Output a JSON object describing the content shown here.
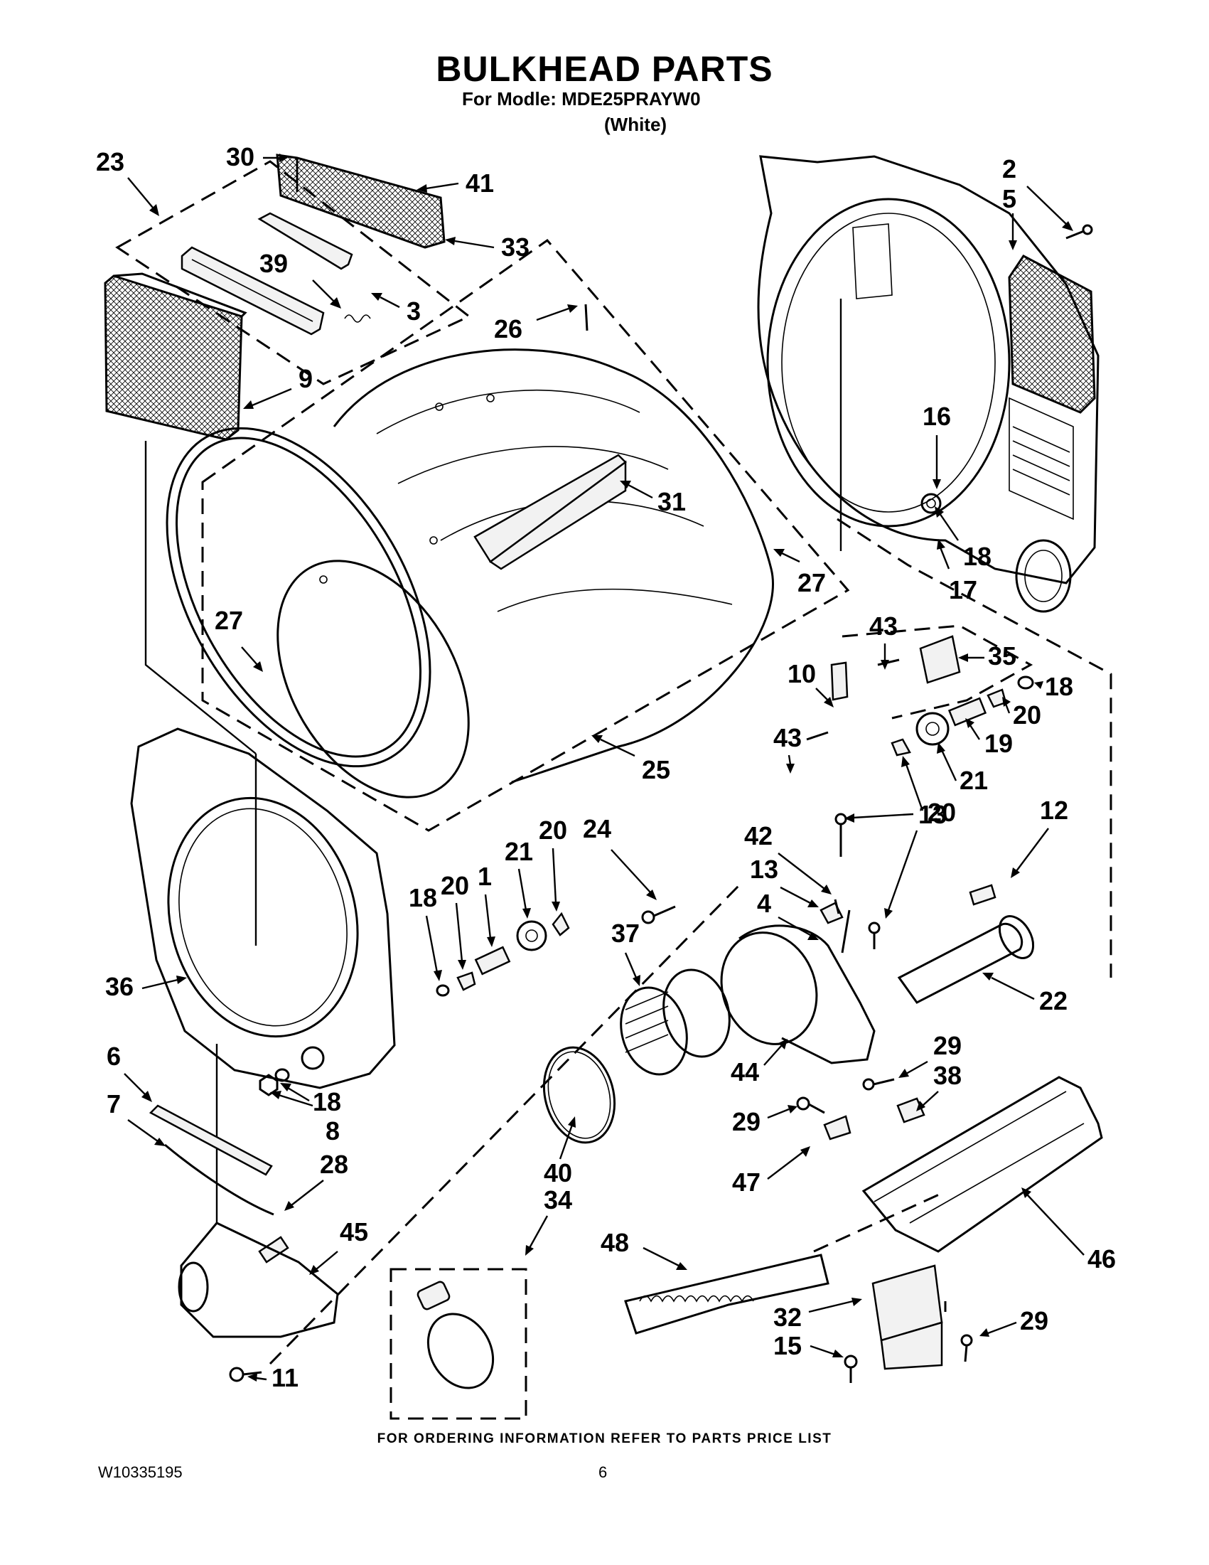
{
  "header": {
    "title": "BULKHEAD PARTS",
    "subtitle": "For Modle: MDE25PRAYW0",
    "color": "(White)"
  },
  "footer": {
    "ordering_note": "FOR ORDERING INFORMATION REFER TO PARTS PRICE LIST",
    "document_number": "W10335195",
    "page_number": "6"
  },
  "callouts": [
    "1",
    "2",
    "3",
    "4",
    "5",
    "6",
    "7",
    "8",
    "9",
    "10",
    "11",
    "12",
    "13",
    "15",
    "16",
    "17",
    "18",
    "19",
    "20",
    "21",
    "22",
    "23",
    "24",
    "25",
    "26",
    "27",
    "28",
    "29",
    "30",
    "31",
    "32",
    "33",
    "34",
    "35",
    "36",
    "37",
    "38",
    "39",
    "40",
    "41",
    "42",
    "43",
    "44",
    "45",
    "46",
    "47",
    "48"
  ]
}
